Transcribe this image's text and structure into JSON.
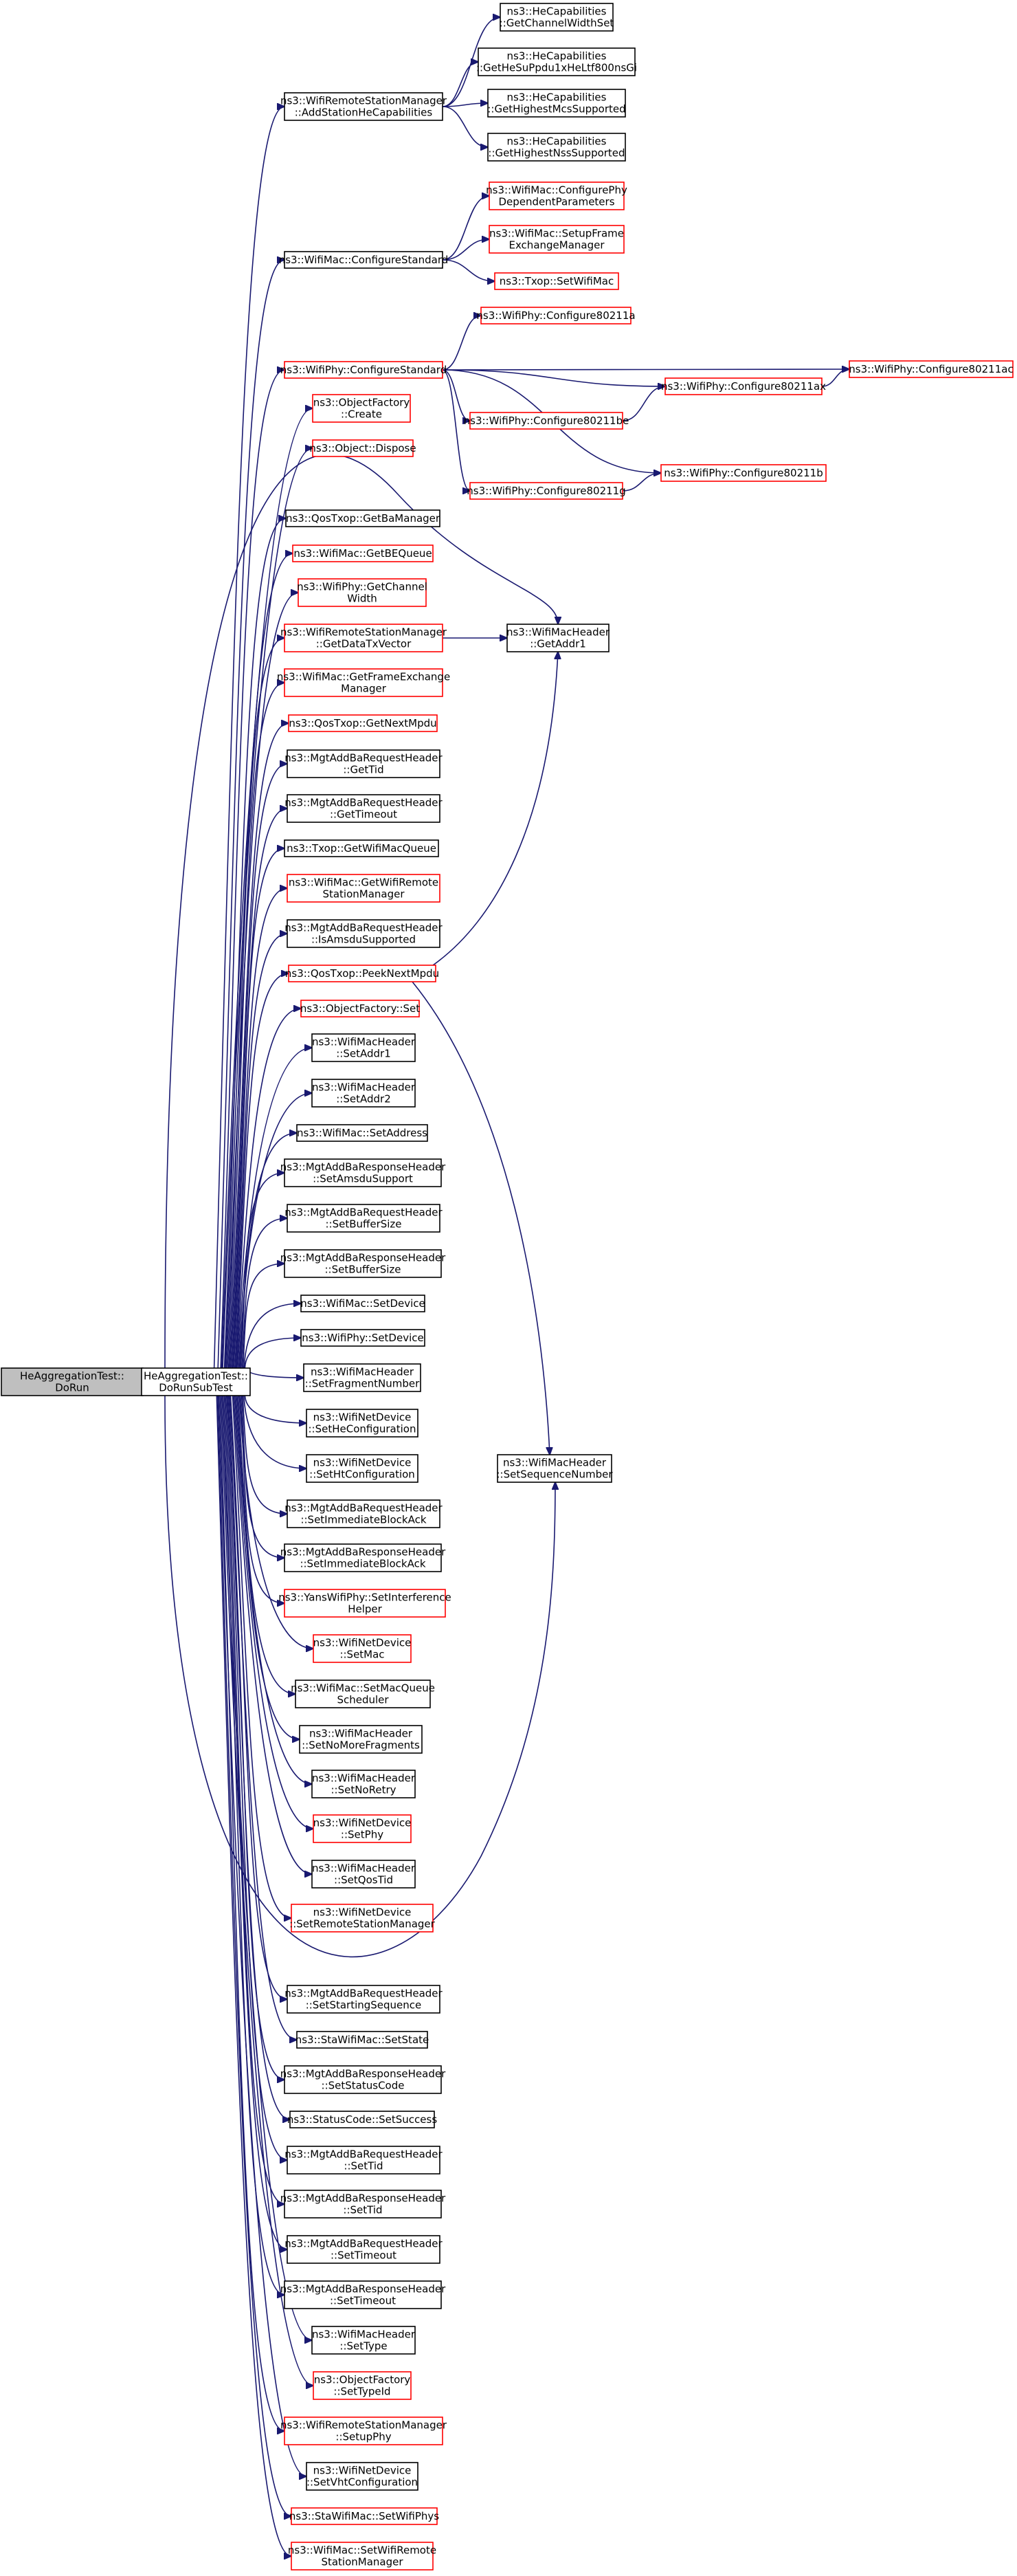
{
  "colors": {
    "edge": "#191970",
    "normal_border": "#000000",
    "link_border": "#ff0000",
    "root_fill": "#bfbfbf",
    "background": "#ffffff"
  },
  "nodes": [
    {
      "id": "root",
      "lines": [
        "HeAggregationTest::",
        "DoRun"
      ],
      "style": "root"
    },
    {
      "id": "sub",
      "lines": [
        "HeAggregationTest::",
        "DoRunSubTest"
      ],
      "style": "normal"
    },
    {
      "id": "addsta",
      "lines": [
        "ns3::WifiRemoteStationManager",
        "::AddStationHeCapabilities"
      ],
      "style": "normal"
    },
    {
      "id": "hecw",
      "lines": [
        "ns3::HeCapabilities",
        "::GetChannelWidthSet"
      ],
      "style": "normal"
    },
    {
      "id": "hesu",
      "lines": [
        "ns3::HeCapabilities",
        "::GetHeSuPpdu1xHeLtf800nsGi"
      ],
      "style": "normal"
    },
    {
      "id": "hemcs",
      "lines": [
        "ns3::HeCapabilities",
        "::GetHighestMcsSupported"
      ],
      "style": "normal"
    },
    {
      "id": "hens",
      "lines": [
        "ns3::HeCapabilities",
        "::GetHighestNssSupported"
      ],
      "style": "normal"
    },
    {
      "id": "wmcs",
      "lines": [
        "ns3::WifiMac::ConfigureStandard"
      ],
      "style": "normal"
    },
    {
      "id": "wmcpd",
      "lines": [
        "ns3::WifiMac::ConfigurePhy",
        "DependentParameters"
      ],
      "style": "link"
    },
    {
      "id": "wmsfe",
      "lines": [
        "ns3::WifiMac::SetupFrame",
        "ExchangeManager"
      ],
      "style": "link"
    },
    {
      "id": "txswm",
      "lines": [
        "ns3::Txop::SetWifiMac"
      ],
      "style": "link"
    },
    {
      "id": "c11a",
      "lines": [
        "ns3::WifiPhy::Configure80211a"
      ],
      "style": "link"
    },
    {
      "id": "wpcs",
      "lines": [
        "ns3::WifiPhy::ConfigureStandard"
      ],
      "style": "link"
    },
    {
      "id": "c11ac",
      "lines": [
        "ns3::WifiPhy::Configure80211ac"
      ],
      "style": "link"
    },
    {
      "id": "c11ax",
      "lines": [
        "ns3::WifiPhy::Configure80211ax"
      ],
      "style": "link"
    },
    {
      "id": "c11be",
      "lines": [
        "ns3::WifiPhy::Configure80211be"
      ],
      "style": "link"
    },
    {
      "id": "c11b",
      "lines": [
        "ns3::WifiPhy::Configure80211b"
      ],
      "style": "link"
    },
    {
      "id": "c11g",
      "lines": [
        "ns3::WifiPhy::Configure80211g"
      ],
      "style": "link"
    },
    {
      "id": "ofc",
      "lines": [
        "ns3::ObjectFactory",
        "::Create"
      ],
      "style": "link"
    },
    {
      "id": "objd",
      "lines": [
        "ns3::Object::Dispose"
      ],
      "style": "link"
    },
    {
      "id": "qgbm",
      "lines": [
        "ns3::QosTxop::GetBaManager"
      ],
      "style": "normal"
    },
    {
      "id": "wmgbe",
      "lines": [
        "ns3::WifiMac::GetBEQueue"
      ],
      "style": "link"
    },
    {
      "id": "wpgcw",
      "lines": [
        "ns3::WifiPhy::GetChannel",
        "Width"
      ],
      "style": "link"
    },
    {
      "id": "wrsmdtx",
      "lines": [
        "ns3::WifiRemoteStationManager",
        "::GetDataTxVector"
      ],
      "style": "link"
    },
    {
      "id": "ga1",
      "lines": [
        "ns3::WifiMacHeader",
        "::GetAddr1"
      ],
      "style": "normal"
    },
    {
      "id": "wmgfem",
      "lines": [
        "ns3::WifiMac::GetFrameExchange",
        "Manager"
      ],
      "style": "link"
    },
    {
      "id": "qgnm",
      "lines": [
        "ns3::QosTxop::GetNextMpdu"
      ],
      "style": "link"
    },
    {
      "id": "mabgtid",
      "lines": [
        "ns3::MgtAddBaRequestHeader",
        "::GetTid"
      ],
      "style": "normal"
    },
    {
      "id": "mabgto",
      "lines": [
        "ns3::MgtAddBaRequestHeader",
        "::GetTimeout"
      ],
      "style": "normal"
    },
    {
      "id": "txgwmq",
      "lines": [
        "ns3::Txop::GetWifiMacQueue"
      ],
      "style": "normal"
    },
    {
      "id": "wmgwrsm",
      "lines": [
        "ns3::WifiMac::GetWifiRemote",
        "StationManager"
      ],
      "style": "link"
    },
    {
      "id": "mabiams",
      "lines": [
        "ns3::MgtAddBaRequestHeader",
        "::IsAmsduSupported"
      ],
      "style": "normal"
    },
    {
      "id": "qpnm",
      "lines": [
        "ns3::QosTxop::PeekNextMpdu"
      ],
      "style": "link"
    },
    {
      "id": "ofset",
      "lines": [
        "ns3::ObjectFactory::Set"
      ],
      "style": "link"
    },
    {
      "id": "wmhsa1",
      "lines": [
        "ns3::WifiMacHeader",
        "::SetAddr1"
      ],
      "style": "normal"
    },
    {
      "id": "wmhsa2",
      "lines": [
        "ns3::WifiMacHeader",
        "::SetAddr2"
      ],
      "style": "normal"
    },
    {
      "id": "wmsaddr",
      "lines": [
        "ns3::WifiMac::SetAddress"
      ],
      "style": "normal"
    },
    {
      "id": "mabrsas",
      "lines": [
        "ns3::MgtAddBaResponseHeader",
        "::SetAmsduSupport"
      ],
      "style": "normal"
    },
    {
      "id": "mabqsbs",
      "lines": [
        "ns3::MgtAddBaRequestHeader",
        "::SetBufferSize"
      ],
      "style": "normal"
    },
    {
      "id": "mabrsbs",
      "lines": [
        "ns3::MgtAddBaResponseHeader",
        "::SetBufferSize"
      ],
      "style": "normal"
    },
    {
      "id": "wmsdev",
      "lines": [
        "ns3::WifiMac::SetDevice"
      ],
      "style": "normal"
    },
    {
      "id": "wpsdev",
      "lines": [
        "ns3::WifiPhy::SetDevice"
      ],
      "style": "normal"
    },
    {
      "id": "wmhsfn",
      "lines": [
        "ns3::WifiMacHeader",
        "::SetFragmentNumber"
      ],
      "style": "normal"
    },
    {
      "id": "wndshe",
      "lines": [
        "ns3::WifiNetDevice",
        "::SetHeConfiguration"
      ],
      "style": "normal"
    },
    {
      "id": "wndsht",
      "lines": [
        "ns3::WifiNetDevice",
        "::SetHtConfiguration"
      ],
      "style": "normal"
    },
    {
      "id": "wmhssn",
      "lines": [
        "ns3::WifiMacHeader",
        "::SetSequenceNumber"
      ],
      "style": "normal"
    },
    {
      "id": "mabqsiba",
      "lines": [
        "ns3::MgtAddBaRequestHeader",
        "::SetImmediateBlockAck"
      ],
      "style": "normal"
    },
    {
      "id": "mabrsiba",
      "lines": [
        "ns3::MgtAddBaResponseHeader",
        "::SetImmediateBlockAck"
      ],
      "style": "normal"
    },
    {
      "id": "ywpsih",
      "lines": [
        "ns3::YansWifiPhy::SetInterference",
        "Helper"
      ],
      "style": "link"
    },
    {
      "id": "wndsmac",
      "lines": [
        "ns3::WifiNetDevice",
        "::SetMac"
      ],
      "style": "link"
    },
    {
      "id": "wmsmqs",
      "lines": [
        "ns3::WifiMac::SetMacQueue",
        "Scheduler"
      ],
      "style": "normal"
    },
    {
      "id": "wmhsnmf",
      "lines": [
        "ns3::WifiMacHeader",
        "::SetNoMoreFragments"
      ],
      "style": "normal"
    },
    {
      "id": "wmhsnr",
      "lines": [
        "ns3::WifiMacHeader",
        "::SetNoRetry"
      ],
      "style": "normal"
    },
    {
      "id": "wndsphy",
      "lines": [
        "ns3::WifiNetDevice",
        "::SetPhy"
      ],
      "style": "link"
    },
    {
      "id": "wmhsqt",
      "lines": [
        "ns3::WifiMacHeader",
        "::SetQosTid"
      ],
      "style": "normal"
    },
    {
      "id": "wndsrsm",
      "lines": [
        "ns3::WifiNetDevice",
        "::SetRemoteStationManager"
      ],
      "style": "link"
    },
    {
      "id": "mabqsss",
      "lines": [
        "ns3::MgtAddBaRequestHeader",
        "::SetStartingSequence"
      ],
      "style": "normal"
    },
    {
      "id": "swmss",
      "lines": [
        "ns3::StaWifiMac::SetState"
      ],
      "style": "normal"
    },
    {
      "id": "mabrssc",
      "lines": [
        "ns3::MgtAddBaResponseHeader",
        "::SetStatusCode"
      ],
      "style": "normal"
    },
    {
      "id": "scss",
      "lines": [
        "ns3::StatusCode::SetSuccess"
      ],
      "style": "normal"
    },
    {
      "id": "mabqstid",
      "lines": [
        "ns3::MgtAddBaRequestHeader",
        "::SetTid"
      ],
      "style": "normal"
    },
    {
      "id": "mabrstid",
      "lines": [
        "ns3::MgtAddBaResponseHeader",
        "::SetTid"
      ],
      "style": "normal"
    },
    {
      "id": "mabqsto",
      "lines": [
        "ns3::MgtAddBaRequestHeader",
        "::SetTimeout"
      ],
      "style": "normal"
    },
    {
      "id": "mabrsto",
      "lines": [
        "ns3::MgtAddBaResponseHeader",
        "::SetTimeout"
      ],
      "style": "normal"
    },
    {
      "id": "wmhstype",
      "lines": [
        "ns3::WifiMacHeader",
        "::SetType"
      ],
      "style": "normal"
    },
    {
      "id": "ofstid",
      "lines": [
        "ns3::ObjectFactory",
        "::SetTypeId"
      ],
      "style": "link"
    },
    {
      "id": "wrsmsp",
      "lines": [
        "ns3::WifiRemoteStationManager",
        "::SetupPhy"
      ],
      "style": "link"
    },
    {
      "id": "wndsvht",
      "lines": [
        "ns3::WifiNetDevice",
        "::SetVhtConfiguration"
      ],
      "style": "normal"
    },
    {
      "id": "swmswp",
      "lines": [
        "ns3::StaWifiMac::SetWifiPhys"
      ],
      "style": "link"
    },
    {
      "id": "wmswrsm",
      "lines": [
        "ns3::WifiMac::SetWifiRemote",
        "StationManager"
      ],
      "style": "link"
    }
  ],
  "edges": [
    [
      "root",
      "sub"
    ],
    [
      "addsta",
      "hecw"
    ],
    [
      "addsta",
      "hesu"
    ],
    [
      "addsta",
      "hemcs"
    ],
    [
      "addsta",
      "hens"
    ],
    [
      "wmcs",
      "wmcpd"
    ],
    [
      "wmcs",
      "wmsfe"
    ],
    [
      "wmcs",
      "txswm"
    ],
    [
      "wpcs",
      "c11a"
    ],
    [
      "wpcs",
      "c11ac"
    ],
    [
      "wpcs",
      "c11ax"
    ],
    [
      "wpcs",
      "c11be"
    ],
    [
      "wpcs",
      "c11b"
    ],
    [
      "wpcs",
      "c11g"
    ],
    [
      "c11ax",
      "c11ac"
    ],
    [
      "c11be",
      "c11ax"
    ],
    [
      "c11g",
      "c11b"
    ],
    [
      "wrsmdtx",
      "ga1"
    ],
    [
      "qpnm",
      "ga1"
    ],
    [
      "qpnm",
      "wmhssn"
    ],
    [
      "sub",
      "ga1"
    ],
    [
      "sub",
      "wmhssn"
    ]
  ]
}
